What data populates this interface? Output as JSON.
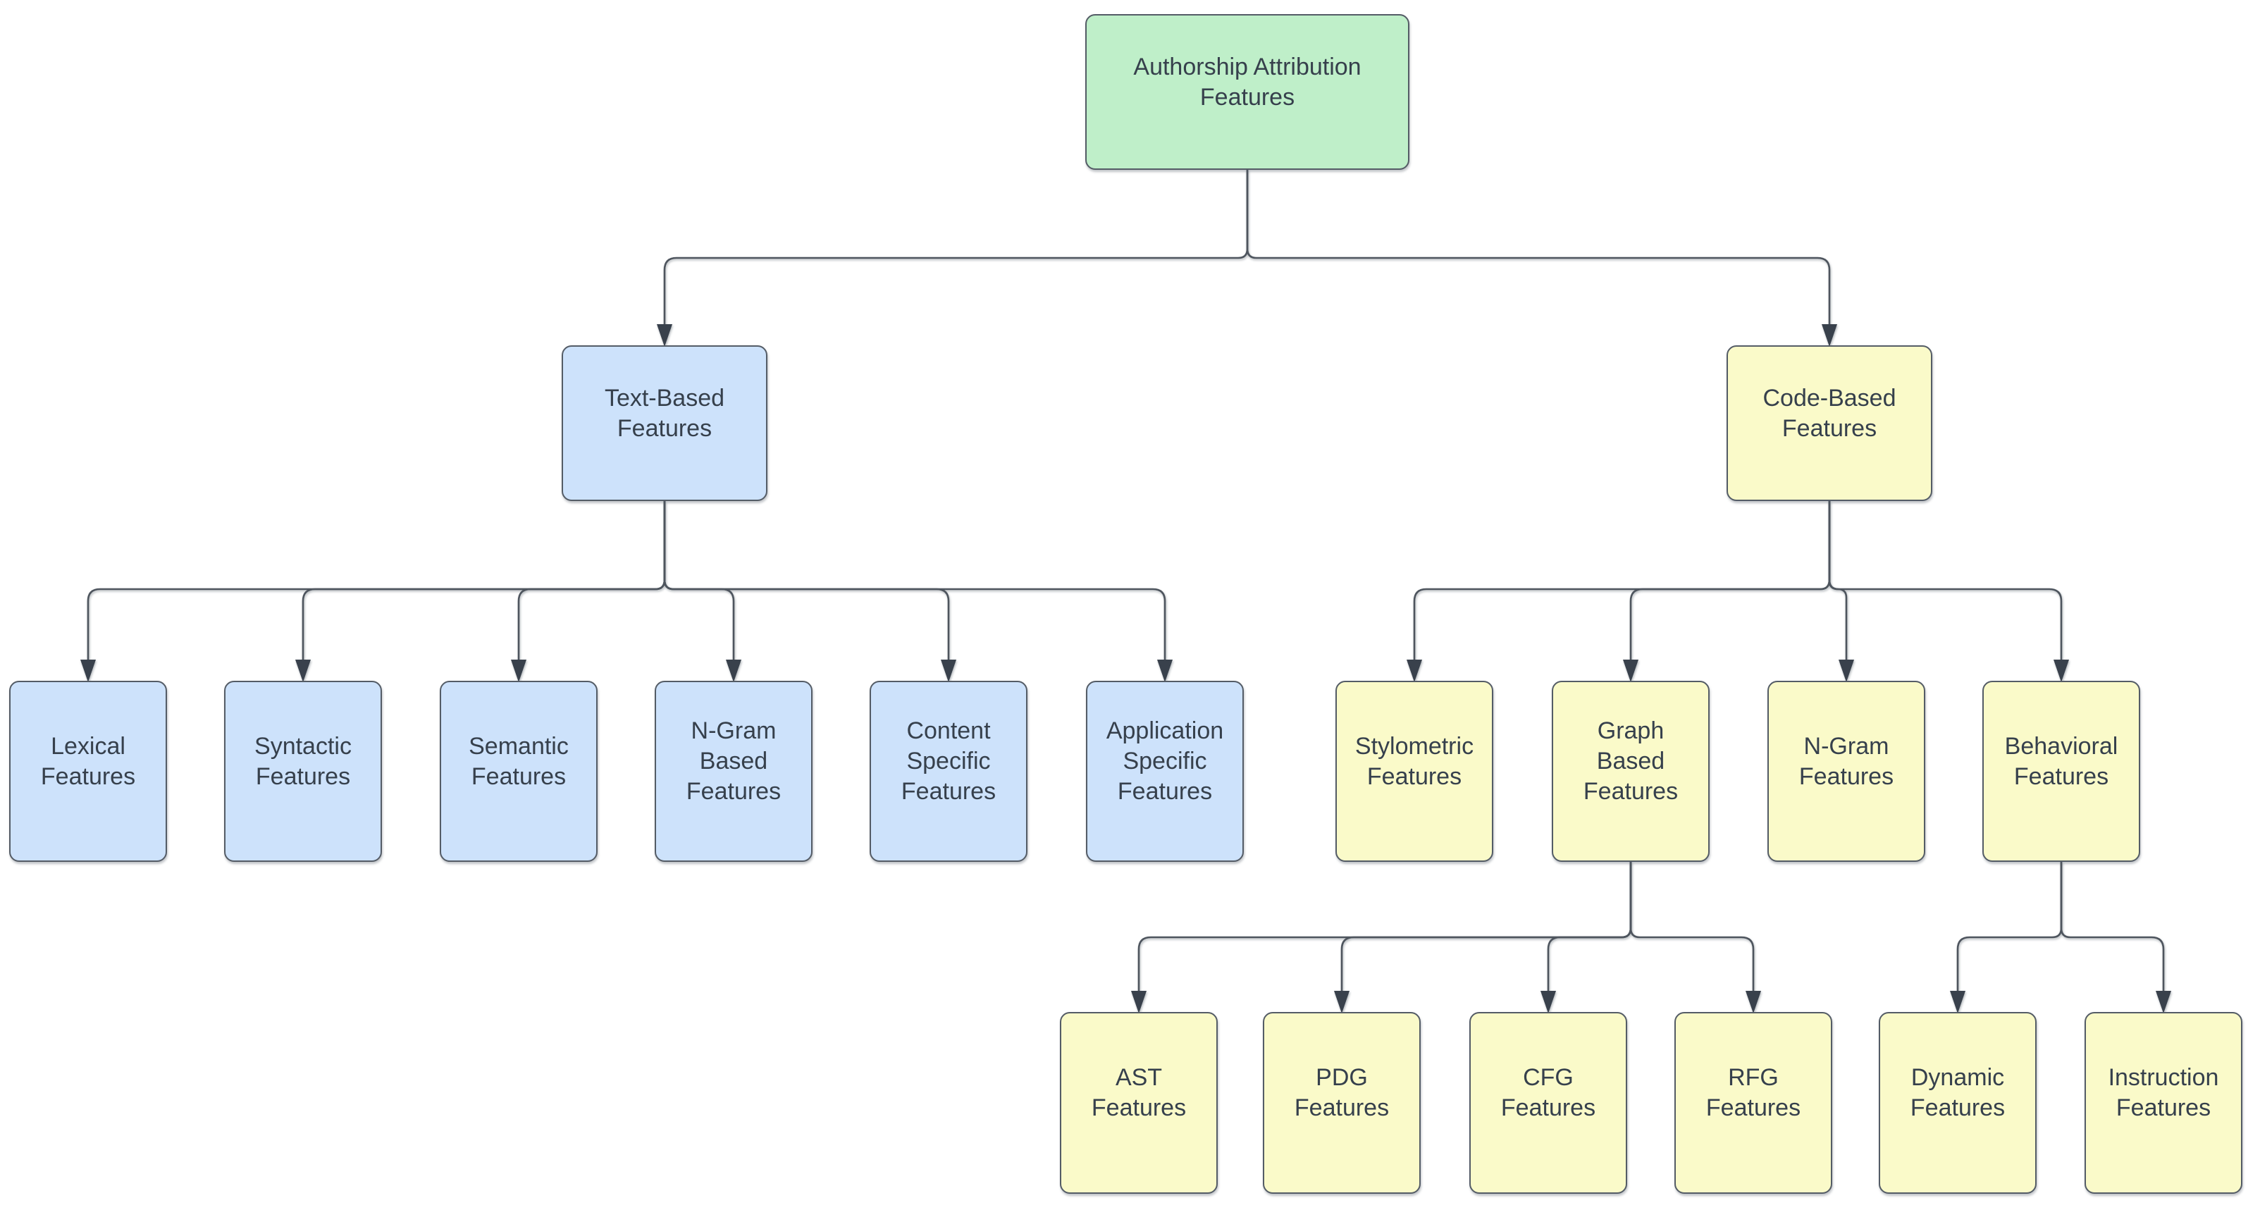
{
  "diagram": {
    "type": "tree",
    "root_label": "Authorship Attribution Features",
    "colors": {
      "background": "#ffffff",
      "root_fill": "#bfefc9",
      "text_branch_fill": "#cde2fb",
      "code_branch_fill": "#fafac9",
      "node_border": "#545c66",
      "edge_line": "#4e555e",
      "arrowhead": "#39414c",
      "label_text": "#36404c"
    },
    "nodes": [
      {
        "id": "root",
        "label": "Authorship Attribution Features",
        "variant": "green"
      },
      {
        "id": "text-based",
        "label": "Text-Based Features",
        "variant": "blue"
      },
      {
        "id": "code-based",
        "label": "Code-Based Features",
        "variant": "yellow"
      },
      {
        "id": "lexical",
        "label": "Lexical Features",
        "variant": "blue"
      },
      {
        "id": "syntactic",
        "label": "Syntactic Features",
        "variant": "blue"
      },
      {
        "id": "semantic",
        "label": "Semantic Features",
        "variant": "blue"
      },
      {
        "id": "ngram-based",
        "label": "N-Gram Based Features",
        "variant": "blue"
      },
      {
        "id": "content-specific",
        "label": "Content Specific Features",
        "variant": "blue"
      },
      {
        "id": "application-specific",
        "label": "Application Specific Features",
        "variant": "blue"
      },
      {
        "id": "stylometric",
        "label": "Stylometric Features",
        "variant": "yellow"
      },
      {
        "id": "graph-based",
        "label": "Graph Based Features",
        "variant": "yellow"
      },
      {
        "id": "ngram",
        "label": "N-Gram Features",
        "variant": "yellow"
      },
      {
        "id": "behavioral",
        "label": "Behavioral Features",
        "variant": "yellow"
      },
      {
        "id": "ast",
        "label": "AST Features",
        "variant": "yellow"
      },
      {
        "id": "pdg",
        "label": "PDG Features",
        "variant": "yellow"
      },
      {
        "id": "cfg",
        "label": "CFG Features",
        "variant": "yellow"
      },
      {
        "id": "rfg",
        "label": "RFG Features",
        "variant": "yellow"
      },
      {
        "id": "dynamic",
        "label": "Dynamic Features",
        "variant": "yellow"
      },
      {
        "id": "instruction",
        "label": "Instruction Features",
        "variant": "yellow"
      }
    ],
    "edges": [
      [
        "root",
        "text-based"
      ],
      [
        "root",
        "code-based"
      ],
      [
        "text-based",
        "lexical"
      ],
      [
        "text-based",
        "syntactic"
      ],
      [
        "text-based",
        "semantic"
      ],
      [
        "text-based",
        "ngram-based"
      ],
      [
        "text-based",
        "content-specific"
      ],
      [
        "text-based",
        "application-specific"
      ],
      [
        "code-based",
        "stylometric"
      ],
      [
        "code-based",
        "graph-based"
      ],
      [
        "code-based",
        "ngram"
      ],
      [
        "code-based",
        "behavioral"
      ],
      [
        "graph-based",
        "ast"
      ],
      [
        "graph-based",
        "pdg"
      ],
      [
        "graph-based",
        "cfg"
      ],
      [
        "graph-based",
        "rfg"
      ],
      [
        "behavioral",
        "dynamic"
      ],
      [
        "behavioral",
        "instruction"
      ]
    ]
  }
}
